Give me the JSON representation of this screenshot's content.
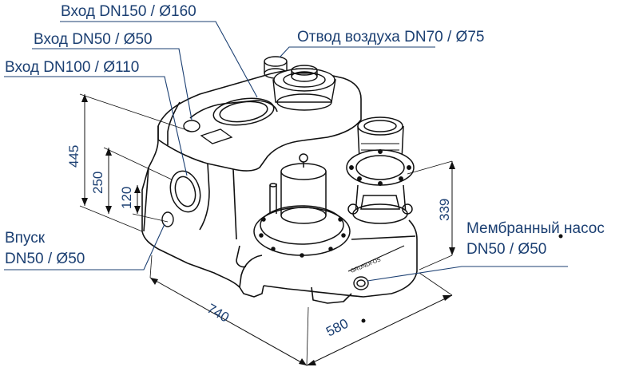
{
  "labels": {
    "inlet_dn150": "Вход DN150 / Ø160",
    "inlet_dn50": "Вход DN50 / Ø50",
    "inlet_dn100": "Вход DN100 / Ø110",
    "air_vent": "Отвод воздуха DN70 / Ø75",
    "intake_line1": "Впуск",
    "intake_line2": "DN50 / Ø50",
    "diaphragm_line1": "Мембранный насос",
    "diaphragm_line2": "DN50 / Ø50"
  },
  "dimensions": {
    "height_total": "445",
    "height_inlet_upper": "250",
    "height_inlet_lower": "120",
    "length": "740",
    "width": "580",
    "height_outlet": "339"
  },
  "colors": {
    "label_text": "#1b3f72",
    "leader_line": "#1b3f72",
    "drawing_line": "#111111"
  }
}
